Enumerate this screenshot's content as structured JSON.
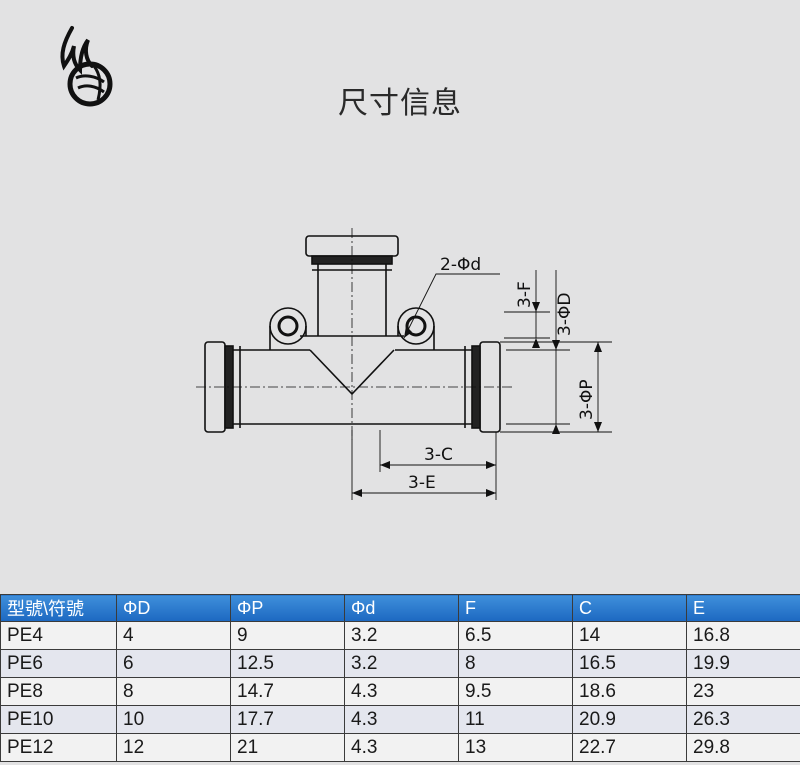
{
  "page": {
    "title": "尺寸信息"
  },
  "drawing": {
    "labels": {
      "hole": "2-Φd",
      "f": "3-F",
      "d_outer": "3-ΦD",
      "p": "3-ΦP",
      "c": "3-C",
      "e": "3-E"
    }
  },
  "table": {
    "headers": [
      "型號\\符號",
      "ΦD",
      "ΦP",
      "Φd",
      "F",
      "C",
      "E"
    ],
    "rows": [
      [
        "PE4",
        "4",
        "9",
        "3.2",
        "6.5",
        "14",
        "16.8"
      ],
      [
        "PE6",
        "6",
        "12.5",
        "3.2",
        "8",
        "16.5",
        "19.9"
      ],
      [
        "PE8",
        "8",
        "14.7",
        "4.3",
        "9.5",
        "18.6",
        "23"
      ],
      [
        "PE10",
        "10",
        "17.7",
        "4.3",
        "11",
        "20.9",
        "26.3"
      ],
      [
        "PE12",
        "12",
        "21",
        "4.3",
        "13",
        "22.7",
        "29.8"
      ]
    ]
  },
  "colors": {
    "header_bg": "#2a78cf",
    "background": "#e2e2e3"
  }
}
